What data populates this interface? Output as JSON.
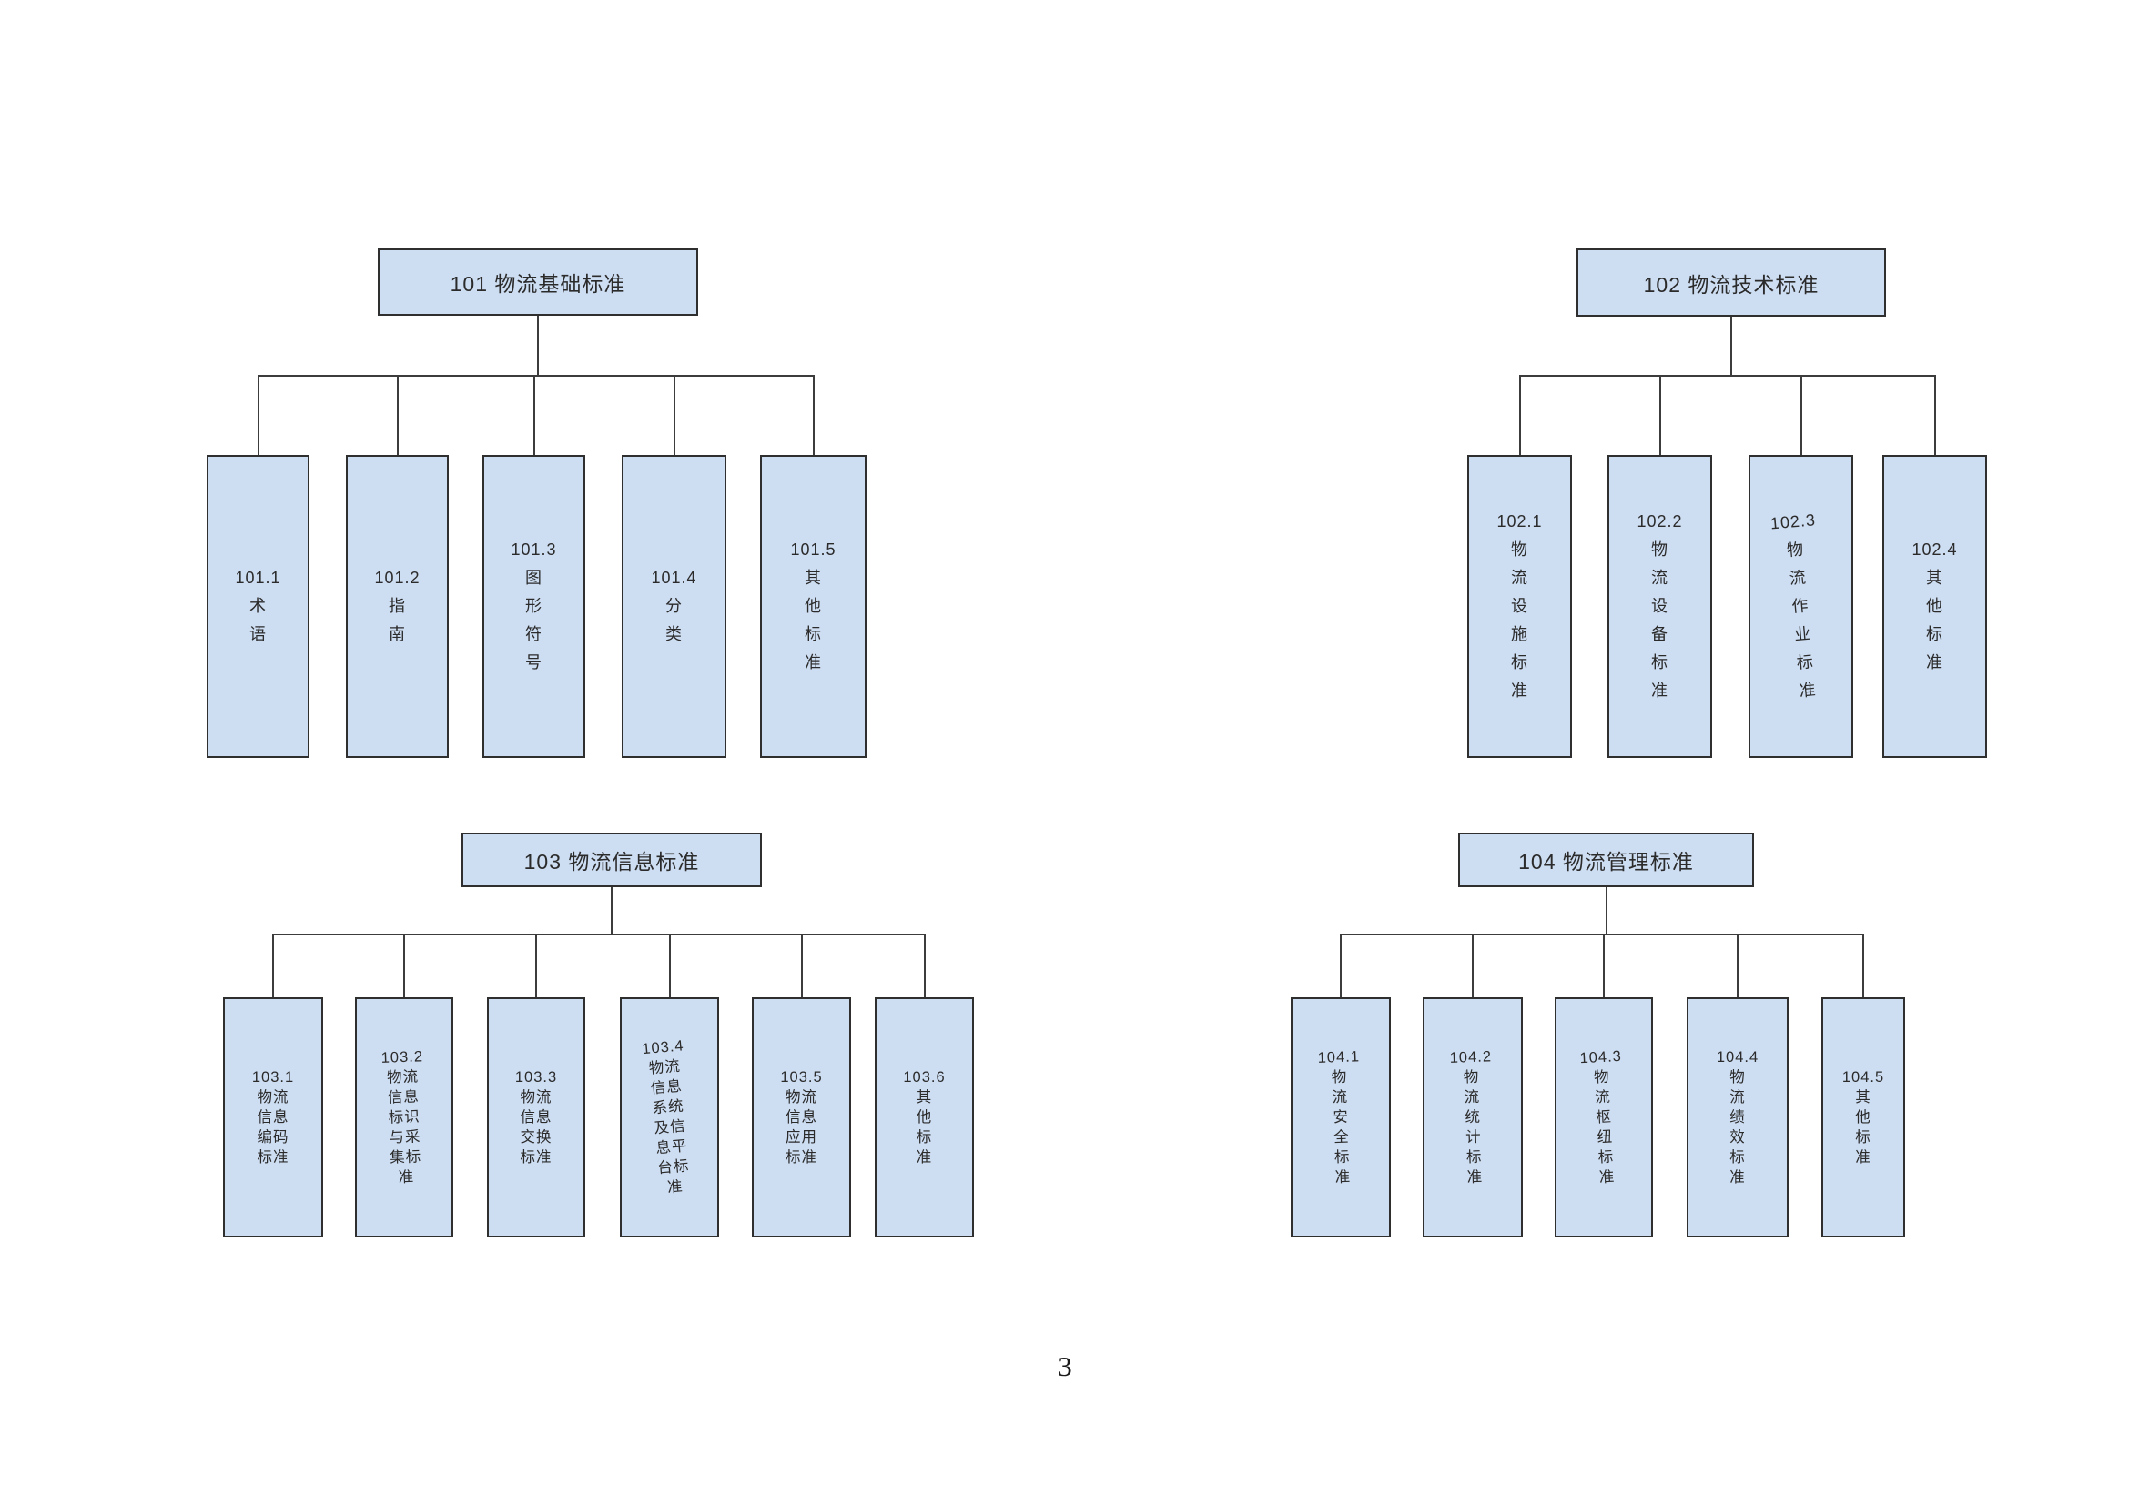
{
  "page_number": "3",
  "colors": {
    "box_fill": "#cdddf2",
    "box_border": "#2f2f2f",
    "connector_line": "#3c3c3c",
    "text": "#2b2b2b"
  },
  "trees": [
    {
      "title": "101 物流基础标准",
      "children": [
        {
          "code": "101.1",
          "label": "术语",
          "lines": [
            "101.1",
            "术",
            "语"
          ]
        },
        {
          "code": "101.2",
          "label": "指南",
          "lines": [
            "101.2",
            "指",
            "南"
          ]
        },
        {
          "code": "101.3",
          "label": "图形符号",
          "lines": [
            "101.3",
            "图",
            "形",
            "符",
            "号"
          ]
        },
        {
          "code": "101.4",
          "label": "分类",
          "lines": [
            "101.4",
            "分",
            "类"
          ]
        },
        {
          "code": "101.5",
          "label": "其他标准",
          "lines": [
            "101.5",
            "其",
            "他",
            "标",
            "准"
          ]
        }
      ]
    },
    {
      "title": "102 物流技术标准",
      "children": [
        {
          "code": "102.1",
          "label": "物流设施标准",
          "lines": [
            "102.1",
            "物",
            "流",
            "设",
            "施",
            "标",
            "准"
          ]
        },
        {
          "code": "102.2",
          "label": "物流设备标准",
          "lines": [
            "102.2",
            "物",
            "流",
            "设",
            "备",
            "标",
            "准"
          ]
        },
        {
          "code": "102.3",
          "label": "物流作业标准",
          "lines": [
            "102.3",
            "物",
            "流",
            "作",
            "业",
            "标",
            "准"
          ]
        },
        {
          "code": "102.4",
          "label": "其他标准",
          "lines": [
            "102.4",
            "其",
            "他",
            "标",
            "准"
          ]
        }
      ]
    },
    {
      "title": "103 物流信息标准",
      "children": [
        {
          "code": "103.1",
          "label": "物流信息编码标准",
          "lines": [
            "103.1",
            "物流",
            "信息",
            "编码",
            "标准"
          ]
        },
        {
          "code": "103.2",
          "label": "物流信息标识与采集标准",
          "lines": [
            "103.2",
            "物流",
            "信息",
            "标识",
            "与采",
            "集标",
            "准"
          ]
        },
        {
          "code": "103.3",
          "label": "物流信息交换标准",
          "lines": [
            "103.3",
            "物流",
            "信息",
            "交换",
            "标准"
          ]
        },
        {
          "code": "103.4",
          "label": "物流信息系统及信息平台标准",
          "lines": [
            "103.4",
            "物流",
            "信息",
            "系统",
            "及信",
            "息平",
            "台标",
            "准"
          ]
        },
        {
          "code": "103.5",
          "label": "物流信息应用标准",
          "lines": [
            "103.5",
            "物流",
            "信息",
            "应用",
            "标准"
          ]
        },
        {
          "code": "103.6",
          "label": "其他标准",
          "lines": [
            "103.6",
            "其",
            "他",
            "标",
            "准"
          ]
        }
      ]
    },
    {
      "title": "104 物流管理标准",
      "children": [
        {
          "code": "104.1",
          "label": "物流安全标准",
          "lines": [
            "104.1",
            "物",
            "流",
            "安",
            "全",
            "标",
            "准"
          ]
        },
        {
          "code": "104.2",
          "label": "物流统计标准",
          "lines": [
            "104.2",
            "物",
            "流",
            "统",
            "计",
            "标",
            "准"
          ]
        },
        {
          "code": "104.3",
          "label": "物流枢纽标准",
          "lines": [
            "104.3",
            "物",
            "流",
            "枢",
            "纽",
            "标",
            "准"
          ]
        },
        {
          "code": "104.4",
          "label": "物流绩效标准",
          "lines": [
            "104.4",
            "物",
            "流",
            "绩",
            "效",
            "标",
            "准"
          ]
        },
        {
          "code": "104.5",
          "label": "其他标准",
          "lines": [
            "104.5",
            "其",
            "他",
            "标",
            "准"
          ]
        }
      ]
    }
  ]
}
